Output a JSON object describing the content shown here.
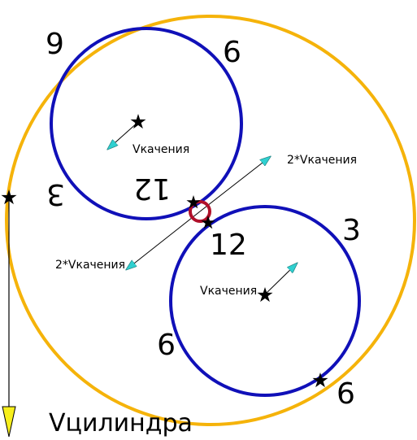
{
  "colors": {
    "outer_circle": "#f5b30a",
    "inner_circle": "#1010b8",
    "marker_ring": "#b0102a",
    "arrow_head": "#2fd0d0",
    "star": "#000000",
    "down_arrow_fill": "#f7ef1c"
  },
  "labels": {
    "v_rolling_top": "Vкачения",
    "v_rolling_bottom": "Vкачения",
    "twice_v_rolling_right": "2*Vкачения",
    "twice_v_rolling_left": "2*Vкачения",
    "v_cylinder": "Vцилиндра"
  },
  "dial_numbers": {
    "top_circle": {
      "nine": "9",
      "six": "6",
      "three": "3",
      "twelve": "12"
    },
    "bottom_circle": {
      "twelve": "12",
      "three": "3",
      "nine": "9",
      "six": "6"
    }
  },
  "icons": [
    "star-icon",
    "arrow-icon",
    "contact-point-icon"
  ]
}
